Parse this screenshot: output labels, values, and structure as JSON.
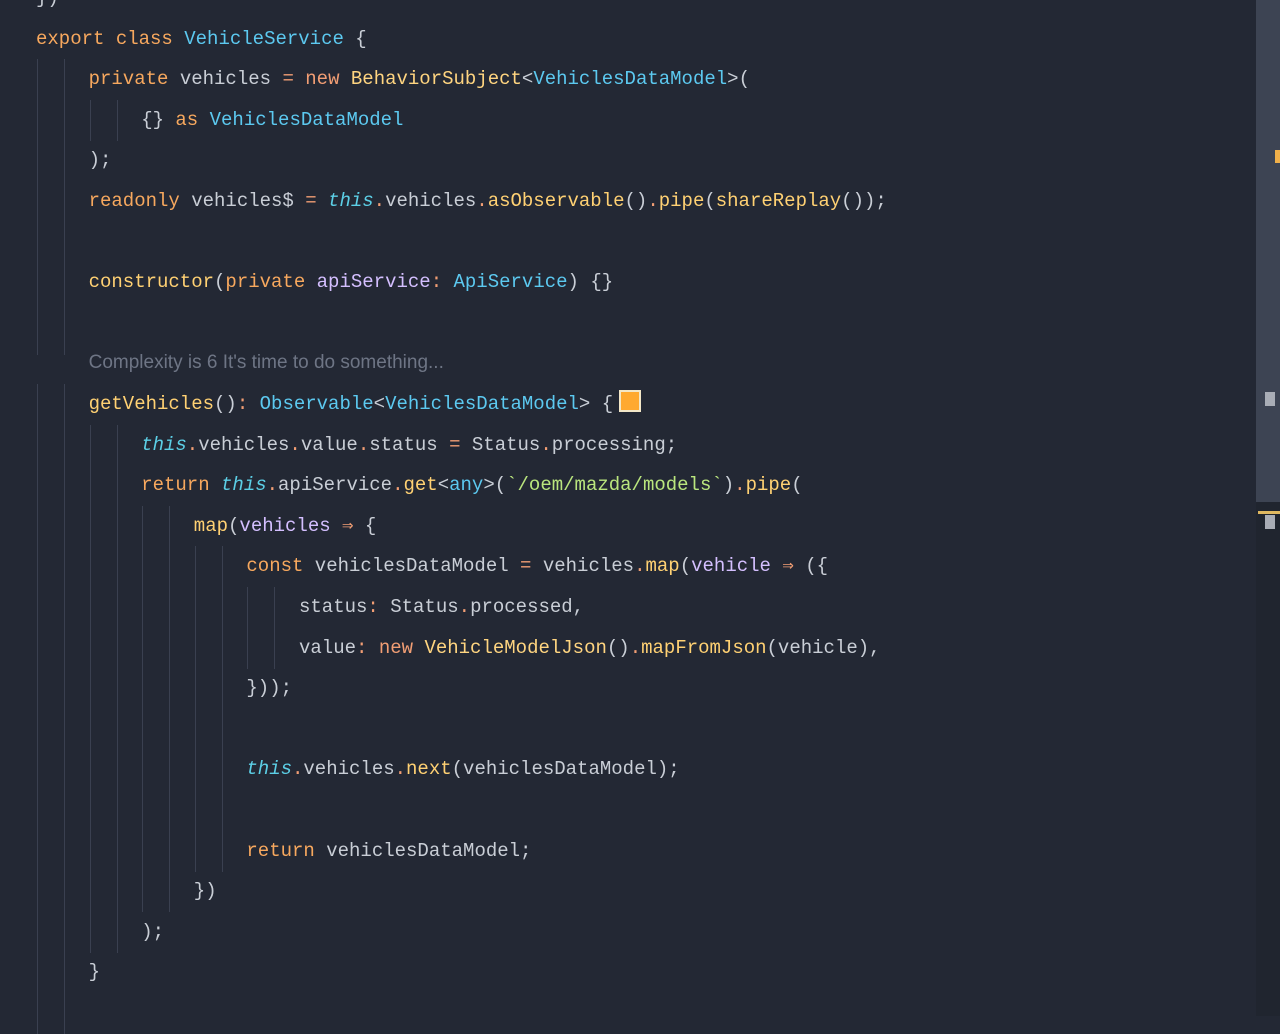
{
  "editor": {
    "lines": [
      {
        "indent": 0,
        "tokens": [
          [
            "plain",
            "})"
          ]
        ]
      },
      {
        "indent": 0,
        "tokens": [
          [
            "kw",
            "export"
          ],
          [
            "plain",
            " "
          ],
          [
            "kw",
            "class"
          ],
          [
            "plain",
            " "
          ],
          [
            "type",
            "VehicleService"
          ],
          [
            "plain",
            " {"
          ]
        ]
      },
      {
        "indent": 1,
        "tokens": [
          [
            "kw",
            "private"
          ],
          [
            "plain",
            " vehicles "
          ],
          [
            "op",
            "="
          ],
          [
            "plain",
            " "
          ],
          [
            "new",
            "new"
          ],
          [
            "plain",
            " "
          ],
          [
            "cls",
            "BehaviorSubject"
          ],
          [
            "plain",
            "<"
          ],
          [
            "type",
            "VehiclesDataModel"
          ],
          [
            "plain",
            ">("
          ]
        ]
      },
      {
        "indent": 2,
        "tokens": [
          [
            "plain",
            "{} "
          ],
          [
            "kw",
            "as"
          ],
          [
            "plain",
            " "
          ],
          [
            "type",
            "VehiclesDataModel"
          ]
        ]
      },
      {
        "indent": 1,
        "tokens": [
          [
            "plain",
            ");"
          ]
        ]
      },
      {
        "indent": 1,
        "tokens": [
          [
            "kw",
            "readonly"
          ],
          [
            "plain",
            " vehicles$ "
          ],
          [
            "op",
            "="
          ],
          [
            "plain",
            " "
          ],
          [
            "this",
            "this"
          ],
          [
            "op",
            "."
          ],
          [
            "plain",
            "vehicles"
          ],
          [
            "op",
            "."
          ],
          [
            "fn",
            "asObservable"
          ],
          [
            "plain",
            "()"
          ],
          [
            "op",
            "."
          ],
          [
            "fn",
            "pipe"
          ],
          [
            "plain",
            "("
          ],
          [
            "fn",
            "shareReplay"
          ],
          [
            "plain",
            "());"
          ]
        ]
      },
      {
        "indent": 1,
        "tokens": []
      },
      {
        "indent": 1,
        "tokens": [
          [
            "fn",
            "constructor"
          ],
          [
            "plain",
            "("
          ],
          [
            "kw",
            "private"
          ],
          [
            "plain",
            " "
          ],
          [
            "param",
            "apiService"
          ],
          [
            "op",
            ":"
          ],
          [
            "plain",
            " "
          ],
          [
            "type",
            "ApiService"
          ],
          [
            "plain",
            ") {}"
          ]
        ]
      },
      {
        "indent": 1,
        "tokens": []
      },
      {
        "indent": 1,
        "noguide": true,
        "comment": "Complexity is 6 It's time to do something..."
      },
      {
        "indent": 1,
        "marker": true,
        "tokens": [
          [
            "fn",
            "getVehicles"
          ],
          [
            "plain",
            "()"
          ],
          [
            "op",
            ":"
          ],
          [
            "plain",
            " "
          ],
          [
            "type",
            "Observable"
          ],
          [
            "plain",
            "<"
          ],
          [
            "type",
            "VehiclesDataModel"
          ],
          [
            "plain",
            "> {"
          ]
        ]
      },
      {
        "indent": 2,
        "tokens": [
          [
            "this",
            "this"
          ],
          [
            "op",
            "."
          ],
          [
            "plain",
            "vehicles"
          ],
          [
            "op",
            "."
          ],
          [
            "plain",
            "value"
          ],
          [
            "op",
            "."
          ],
          [
            "plain",
            "status "
          ],
          [
            "op",
            "="
          ],
          [
            "plain",
            " Status"
          ],
          [
            "op",
            "."
          ],
          [
            "plain",
            "processing;"
          ]
        ]
      },
      {
        "indent": 2,
        "tokens": [
          [
            "kw",
            "return"
          ],
          [
            "plain",
            " "
          ],
          [
            "this",
            "this"
          ],
          [
            "op",
            "."
          ],
          [
            "plain",
            "apiService"
          ],
          [
            "op",
            "."
          ],
          [
            "fn",
            "get"
          ],
          [
            "plain",
            "<"
          ],
          [
            "type",
            "any"
          ],
          [
            "plain",
            ">("
          ],
          [
            "str",
            "`/oem/mazda/models`"
          ],
          [
            "plain",
            ")"
          ],
          [
            "op",
            "."
          ],
          [
            "fn",
            "pipe"
          ],
          [
            "plain",
            "("
          ]
        ]
      },
      {
        "indent": 3,
        "tokens": [
          [
            "fn",
            "map"
          ],
          [
            "plain",
            "("
          ],
          [
            "param",
            "vehicles"
          ],
          [
            "plain",
            " "
          ],
          [
            "op",
            "⇒"
          ],
          [
            "plain",
            " {"
          ]
        ]
      },
      {
        "indent": 4,
        "tokens": [
          [
            "kw",
            "const"
          ],
          [
            "plain",
            " vehiclesDataModel "
          ],
          [
            "op",
            "="
          ],
          [
            "plain",
            " vehicles"
          ],
          [
            "op",
            "."
          ],
          [
            "fn",
            "map"
          ],
          [
            "plain",
            "("
          ],
          [
            "param",
            "vehicle"
          ],
          [
            "plain",
            " "
          ],
          [
            "op",
            "⇒"
          ],
          [
            "plain",
            " ({"
          ]
        ]
      },
      {
        "indent": 5,
        "tokens": [
          [
            "plain",
            "status"
          ],
          [
            "op",
            ":"
          ],
          [
            "plain",
            " Status"
          ],
          [
            "op",
            "."
          ],
          [
            "plain",
            "processed,"
          ]
        ]
      },
      {
        "indent": 5,
        "tokens": [
          [
            "plain",
            "value"
          ],
          [
            "op",
            ":"
          ],
          [
            "plain",
            " "
          ],
          [
            "new",
            "new"
          ],
          [
            "plain",
            " "
          ],
          [
            "cls",
            "VehicleModelJson"
          ],
          [
            "plain",
            "()"
          ],
          [
            "op",
            "."
          ],
          [
            "fn",
            "mapFromJson"
          ],
          [
            "plain",
            "(vehicle),"
          ]
        ]
      },
      {
        "indent": 4,
        "tokens": [
          [
            "plain",
            "}));"
          ]
        ]
      },
      {
        "indent": 4,
        "tokens": []
      },
      {
        "indent": 4,
        "tokens": [
          [
            "this",
            "this"
          ],
          [
            "op",
            "."
          ],
          [
            "plain",
            "vehicles"
          ],
          [
            "op",
            "."
          ],
          [
            "fn",
            "next"
          ],
          [
            "plain",
            "(vehiclesDataModel);"
          ]
        ]
      },
      {
        "indent": 4,
        "tokens": []
      },
      {
        "indent": 4,
        "tokens": [
          [
            "kw",
            "return"
          ],
          [
            "plain",
            " vehiclesDataModel;"
          ]
        ]
      },
      {
        "indent": 3,
        "tokens": [
          [
            "plain",
            "})"
          ]
        ]
      },
      {
        "indent": 2,
        "tokens": [
          [
            "plain",
            ");"
          ]
        ]
      },
      {
        "indent": 1,
        "tokens": [
          [
            "plain",
            "}"
          ]
        ]
      },
      {
        "indent": 1,
        "tokens": []
      }
    ]
  },
  "colors": {
    "background": "#232834",
    "marker": "#ffa930"
  }
}
